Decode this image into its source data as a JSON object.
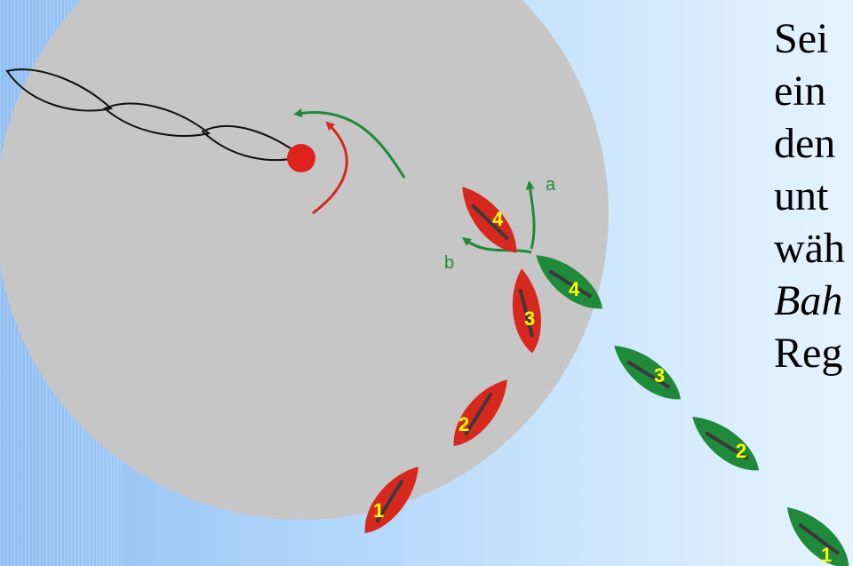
{
  "colors": {
    "zone": "#c6c6c6",
    "red_boat": "#d8281e",
    "green_boat": "#1f8a3a",
    "boat_number": "#ffff00",
    "green_arrow": "#1f8a3a",
    "red_arrow": "#d8281e",
    "mark": "#e0201a",
    "outline_boats": "#111111"
  },
  "boats": {
    "red": [
      {
        "label": "1"
      },
      {
        "label": "2"
      },
      {
        "label": "3"
      },
      {
        "label": "4"
      }
    ],
    "green": [
      {
        "label": "1"
      },
      {
        "label": "2"
      },
      {
        "label": "3"
      },
      {
        "label": "4"
      }
    ]
  },
  "arrows": {
    "a_label": "a",
    "b_label": "b"
  },
  "side_text": {
    "line1": "Sei",
    "line2": "ein",
    "line3": "den",
    "line4": "unt",
    "line5": "wäh",
    "line6": "Bah",
    "line7": "Reg"
  }
}
